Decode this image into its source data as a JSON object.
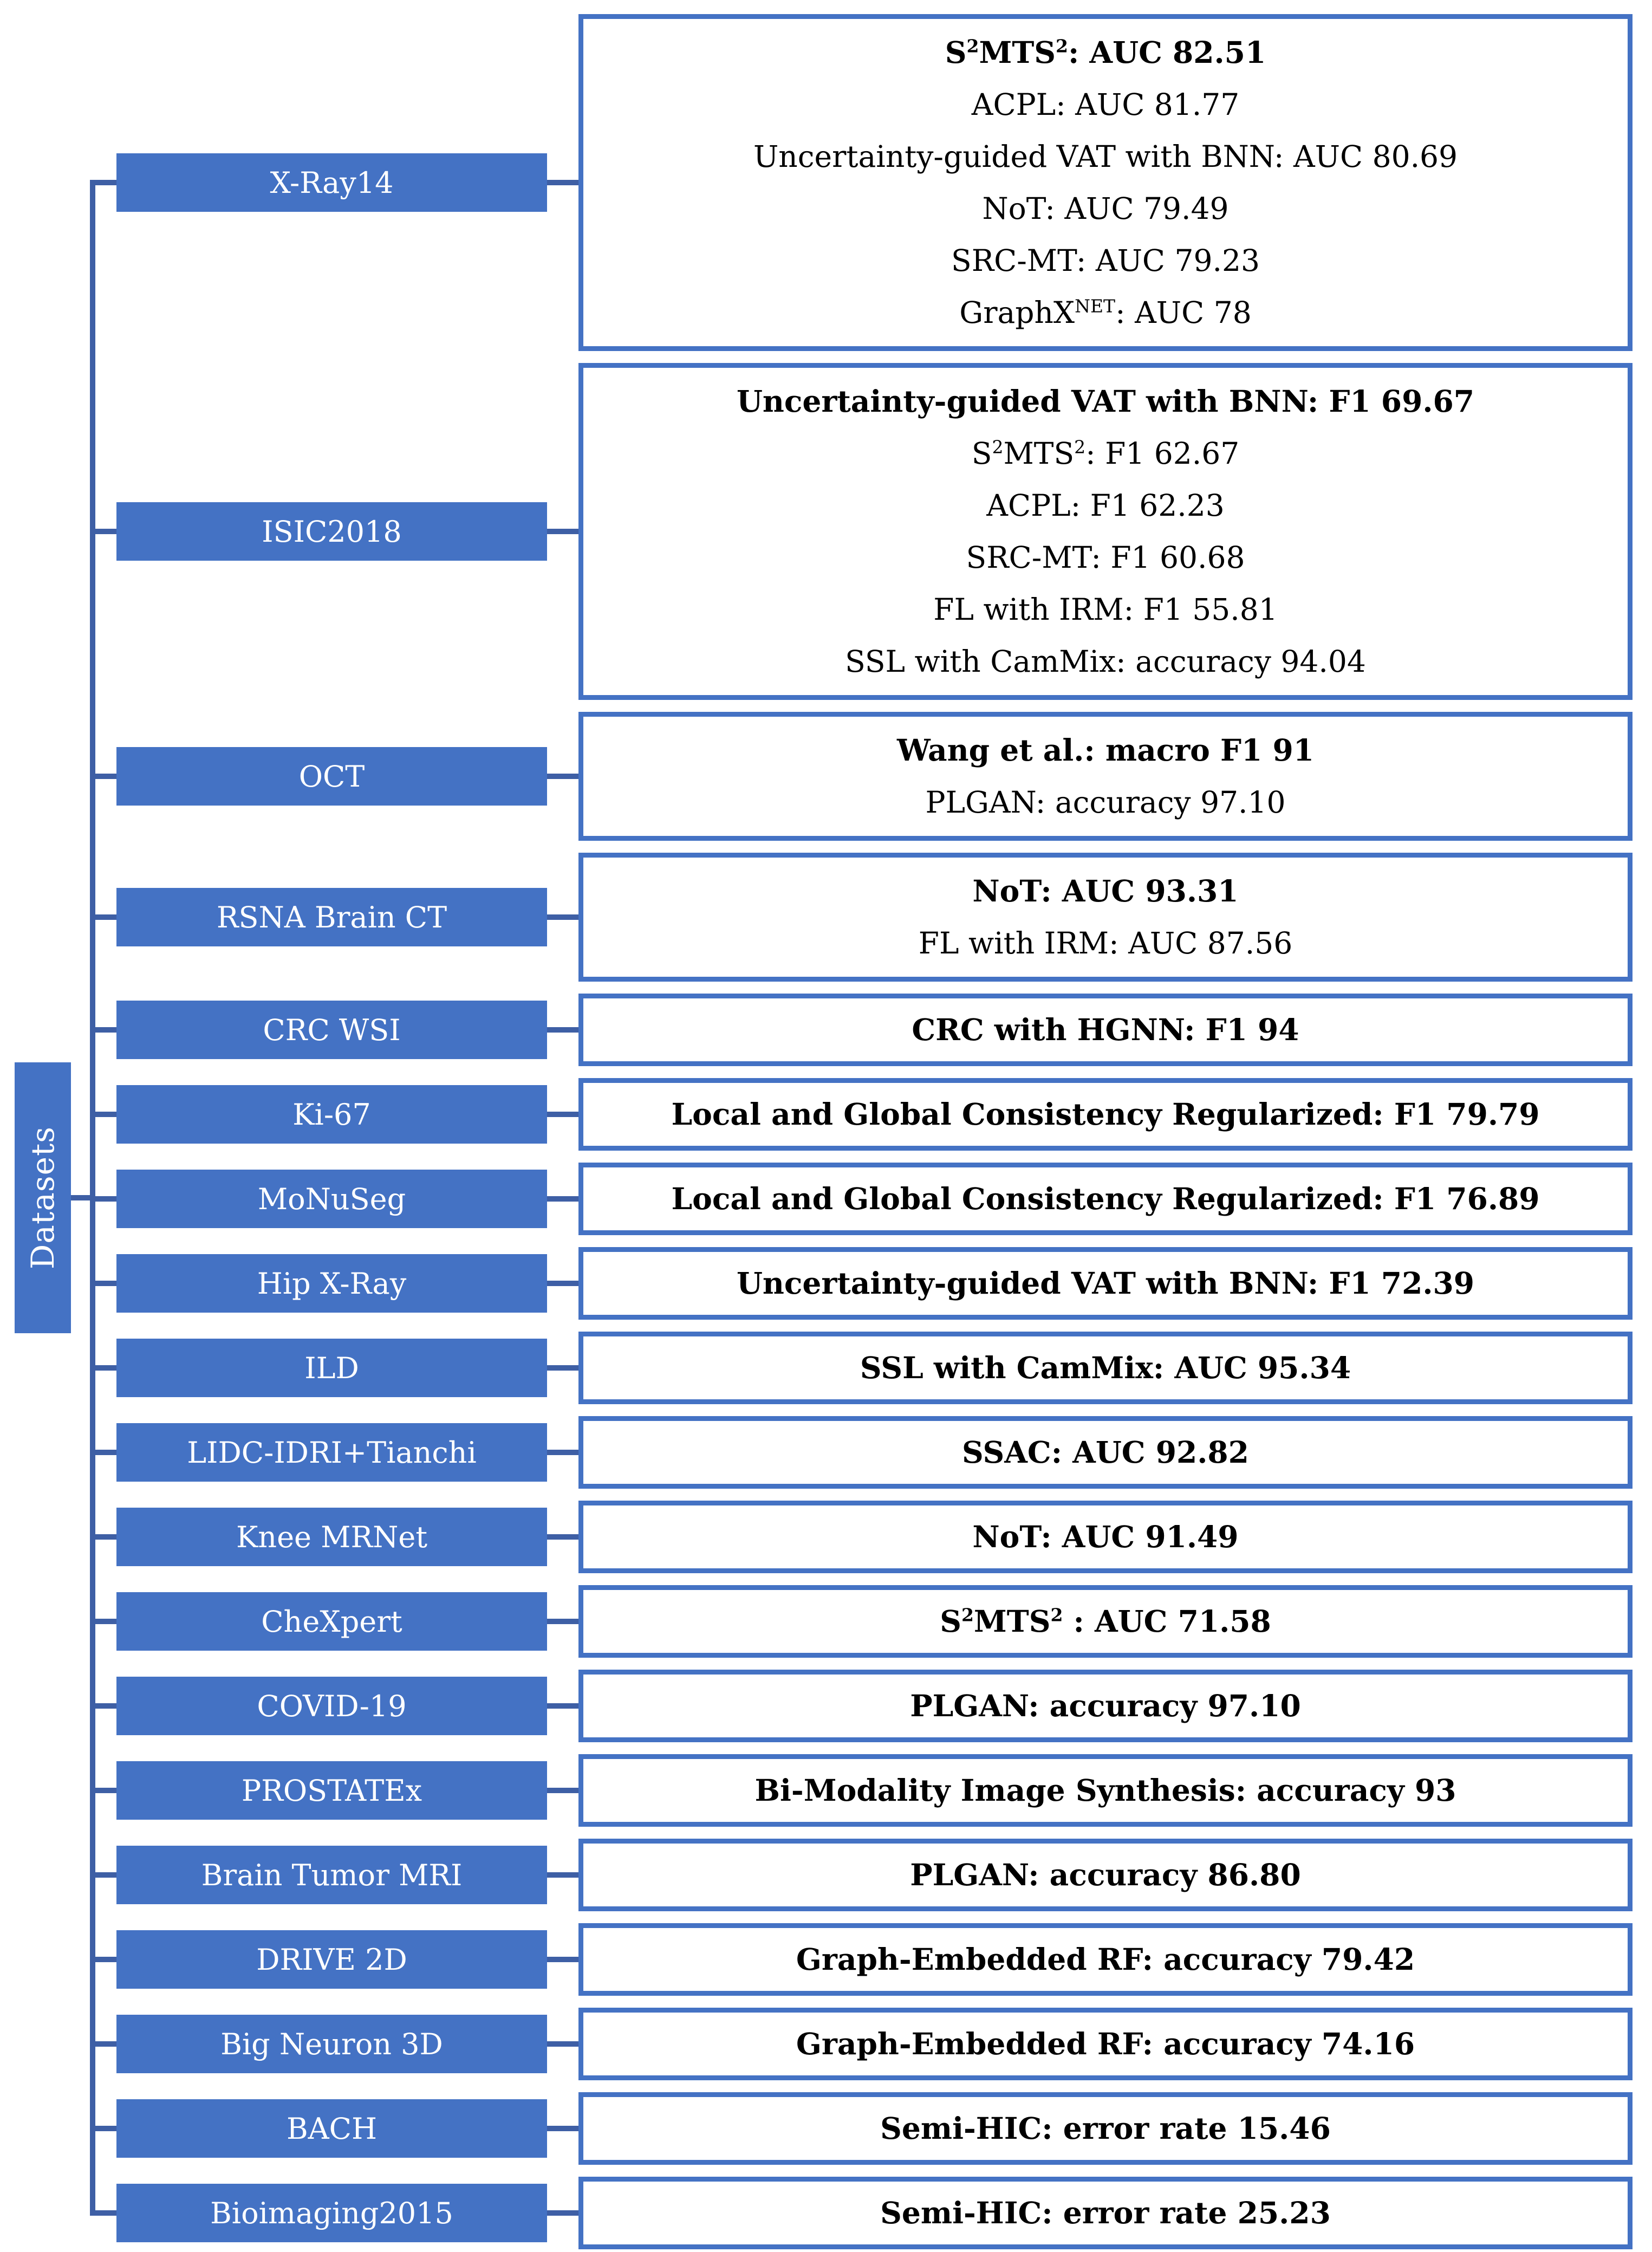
{
  "root": {
    "label": "Datasets"
  },
  "colors": {
    "node_fill": "#4472C4",
    "connector_line": "#3E5FA5",
    "node_text": "#FFFFFF",
    "result_text": "#000000",
    "background": "#FFFFFF"
  },
  "rows": [
    {
      "dataset": "X-Ray14",
      "results": [
        {
          "text": "S{2}MTS{2}: AUC 82.51",
          "bold": true
        },
        {
          "text": "ACPL: AUC 81.77",
          "bold": false
        },
        {
          "text": "Uncertainty-guided VAT with BNN: AUC 80.69",
          "bold": false
        },
        {
          "text": "NoT: AUC 79.49",
          "bold": false
        },
        {
          "text": "SRC-MT: AUC 79.23",
          "bold": false
        },
        {
          "text": "GraphX{NET}: AUC 78",
          "bold": false
        }
      ]
    },
    {
      "dataset": "ISIC2018",
      "results": [
        {
          "text": "Uncertainty-guided VAT with BNN: F1 69.67",
          "bold": true
        },
        {
          "text": "S{2}MTS{2}: F1 62.67",
          "bold": false
        },
        {
          "text": "ACPL: F1 62.23",
          "bold": false
        },
        {
          "text": "SRC-MT: F1 60.68",
          "bold": false
        },
        {
          "text": "FL with IRM: F1 55.81",
          "bold": false
        },
        {
          "text": "SSL with CamMix: accuracy 94.04",
          "bold": false
        }
      ]
    },
    {
      "dataset": "OCT",
      "results": [
        {
          "text": "Wang et al.: macro F1 91",
          "bold": true
        },
        {
          "text": "PLGAN: accuracy 97.10",
          "bold": false
        }
      ]
    },
    {
      "dataset": "RSNA Brain CT",
      "results": [
        {
          "text": "NoT: AUC 93.31",
          "bold": true
        },
        {
          "text": "FL with IRM: AUC 87.56",
          "bold": false
        }
      ]
    },
    {
      "dataset": "CRC WSI",
      "results": [
        {
          "text": "CRC with HGNN: F1 94",
          "bold": true
        }
      ]
    },
    {
      "dataset": "Ki-67",
      "results": [
        {
          "text": "Local and Global Consistency Regularized: F1 79.79",
          "bold": true
        }
      ]
    },
    {
      "dataset": "MoNuSeg",
      "results": [
        {
          "text": "Local and Global Consistency Regularized: F1 76.89",
          "bold": true
        }
      ]
    },
    {
      "dataset": "Hip X-Ray",
      "results": [
        {
          "text": "Uncertainty-guided VAT with BNN: F1 72.39",
          "bold": true
        }
      ]
    },
    {
      "dataset": "ILD",
      "results": [
        {
          "text": "SSL with CamMix: AUC 95.34",
          "bold": true
        }
      ]
    },
    {
      "dataset": "LIDC-IDRI+Tianchi",
      "results": [
        {
          "text": "SSAC: AUC 92.82",
          "bold": true
        }
      ]
    },
    {
      "dataset": "Knee MRNet",
      "results": [
        {
          "text": "NoT: AUC 91.49",
          "bold": true
        }
      ]
    },
    {
      "dataset": "CheXpert",
      "results": [
        {
          "text": "S{2}MTS{2} : AUC 71.58",
          "bold": true
        }
      ]
    },
    {
      "dataset": "COVID-19",
      "results": [
        {
          "text": "PLGAN: accuracy 97.10",
          "bold": true
        }
      ]
    },
    {
      "dataset": "PROSTATEx",
      "results": [
        {
          "text": "Bi-Modality Image Synthesis: accuracy 93",
          "bold": true
        }
      ]
    },
    {
      "dataset": "Brain Tumor MRI",
      "results": [
        {
          "text": "PLGAN: accuracy 86.80",
          "bold": true
        }
      ]
    },
    {
      "dataset": "DRIVE 2D",
      "results": [
        {
          "text": "Graph-Embedded RF: accuracy 79.42",
          "bold": true
        }
      ]
    },
    {
      "dataset": "Big Neuron 3D",
      "results": [
        {
          "text": "Graph-Embedded RF: accuracy 74.16",
          "bold": true
        }
      ]
    },
    {
      "dataset": "BACH",
      "results": [
        {
          "text": "Semi-HIC: error rate 15.46",
          "bold": true
        }
      ]
    },
    {
      "dataset": "Bioimaging2015",
      "results": [
        {
          "text": "Semi-HIC: error rate 25.23",
          "bold": true
        }
      ]
    }
  ]
}
